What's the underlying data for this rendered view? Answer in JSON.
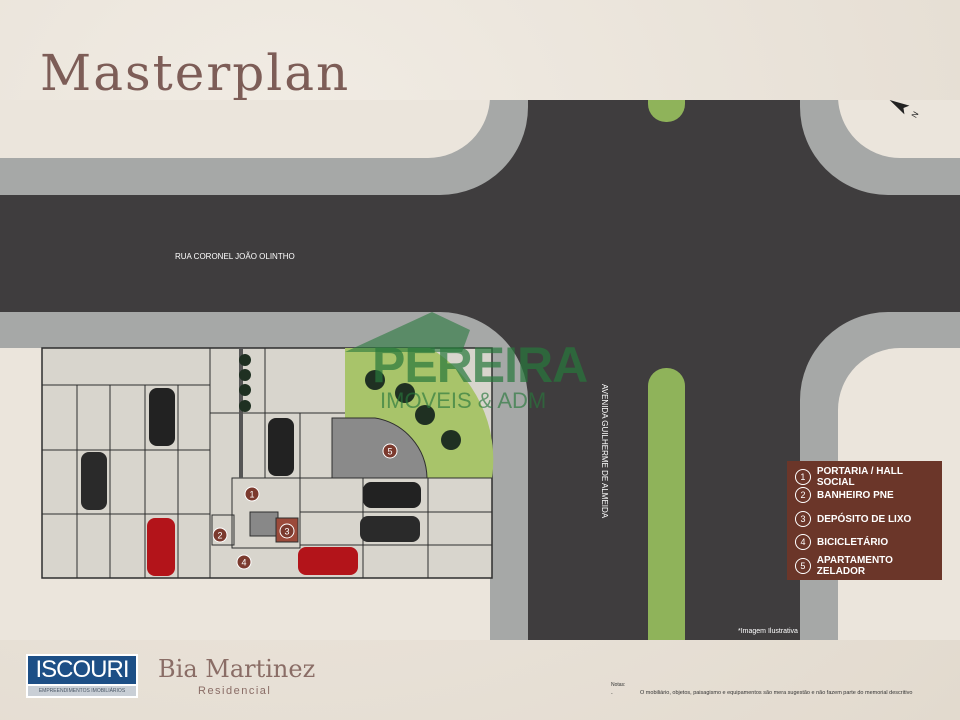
{
  "title": "Masterplan",
  "streets": {
    "horizontal": "RUA CORONEL JOÃO OLINTHO",
    "vertical": "AVENIDA GUILHERME DE ALMEIDA"
  },
  "markers": [
    "1",
    "2",
    "3",
    "4",
    "5"
  ],
  "legend": [
    {
      "num": "1",
      "label": "PORTARIA / HALL SOCIAL"
    },
    {
      "num": "2",
      "label": "BANHEIRO PNE"
    },
    {
      "num": "3",
      "label": "DEPÓSITO DE LIXO"
    },
    {
      "num": "4",
      "label": "BICICLETÁRIO"
    },
    {
      "num": "5",
      "label": "APARTAMENTO ZELADOR"
    }
  ],
  "illustrative_note": "*Imagem Ilustrativa",
  "watermark": {
    "main": "PEREIRA",
    "sub": "IMOVEIS & ADM"
  },
  "compass": "N",
  "footer": {
    "developer": "ISCOURI",
    "developer_sub": "EMPREENDIMENTOS IMOBILIÁRIOS",
    "project": "Bia Martinez",
    "project_sub": "Residencial",
    "notes_label": "Notas:",
    "notes_dash": "-",
    "notes_text": "O mobiliário, objetos, paisagismo e equipamentos são mera sugestão e não fazem parte do memorial descritivo"
  },
  "colors": {
    "road": "#3f3d3e",
    "sidewalk": "#a6a8a7",
    "median": "#8fb35a",
    "legend_bg": "#6b3629",
    "marker": "#7b3a2e"
  }
}
